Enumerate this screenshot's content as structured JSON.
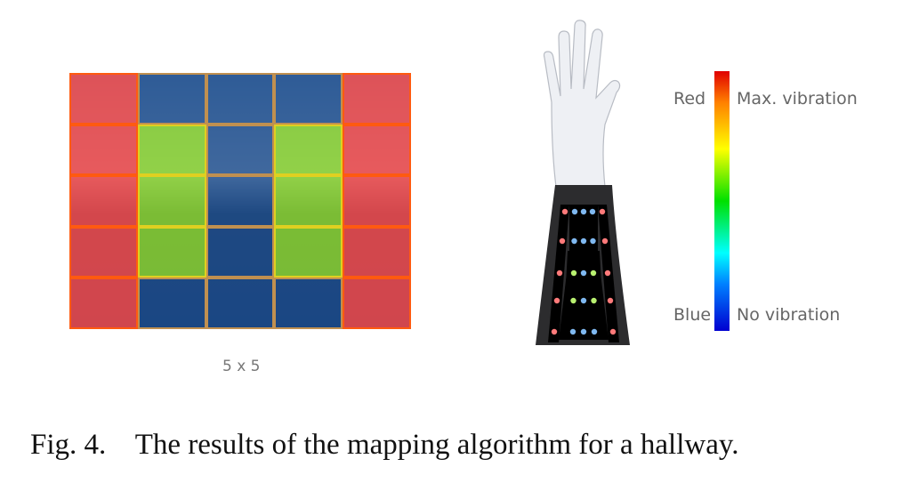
{
  "grid": {
    "label": "5 x 5",
    "rows": 5,
    "cols": 5,
    "cells": [
      [
        "red",
        "blue",
        "blue",
        "blue",
        "red"
      ],
      [
        "red",
        "green",
        "blue",
        "green",
        "red"
      ],
      [
        "red",
        "green",
        "blue",
        "green",
        "red"
      ],
      [
        "red",
        "green",
        "blue",
        "green",
        "red"
      ],
      [
        "red",
        "blue",
        "blue",
        "blue",
        "red"
      ]
    ]
  },
  "colorbar": {
    "top_color_name": "Red",
    "top_meaning": "Max. vibration",
    "bottom_color_name": "Blue",
    "bottom_meaning": "No vibration"
  },
  "colors": {
    "red": "#f04040",
    "green": "#8ad030",
    "blue": "#1f4f90",
    "grid_red": "#ff5a10",
    "grid_green": "#e0d020",
    "grid_blue": "#c09050"
  },
  "caption": {
    "label": "Fig. 4.",
    "text": "The results of the mapping algorithm for a hallway."
  }
}
